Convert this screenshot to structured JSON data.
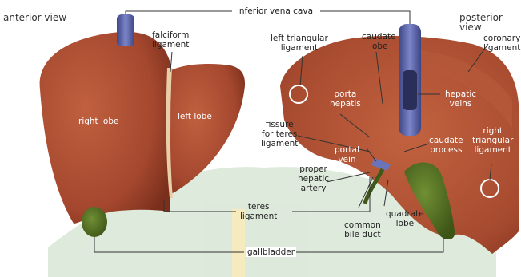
{
  "views": {
    "anterior": "anterior view",
    "posterior": "posterior view"
  },
  "labels": {
    "inferior_vena_cava": "inferior vena cava",
    "falciform_ligament": "falciform\nligament",
    "left_triangular_ligament": "left triangular\nligament",
    "caudate_lobe": "caudate\nlobe",
    "coronary_ligament": "coronary\nligament",
    "right_lobe": "right lobe",
    "left_lobe": "left lobe",
    "porta_hepatis": "porta\nhepatis",
    "hepatic_veins": "hepatic\nveins",
    "fissure_teres": "fissure\nfor teres\nligament",
    "caudate_process": "caudate\nprocess",
    "portal_vein": "portal\nvein",
    "right_triangular_ligament": "right\ntriangular\nligament",
    "proper_hepatic_artery": "proper\nhepatic\nartery",
    "teres_ligament": "teres\nligament",
    "quadrate_lobe": "quadrate\nlobe",
    "common_bile_duct": "common\nbile duct",
    "gallbladder": "gallbladder"
  },
  "colors": {
    "liver": "#a4472e",
    "liver_dark": "#7a2f1c",
    "vessel": "#5a64a8",
    "gallbladder": "#4f6b1e",
    "watermark": "#9ec29a"
  }
}
